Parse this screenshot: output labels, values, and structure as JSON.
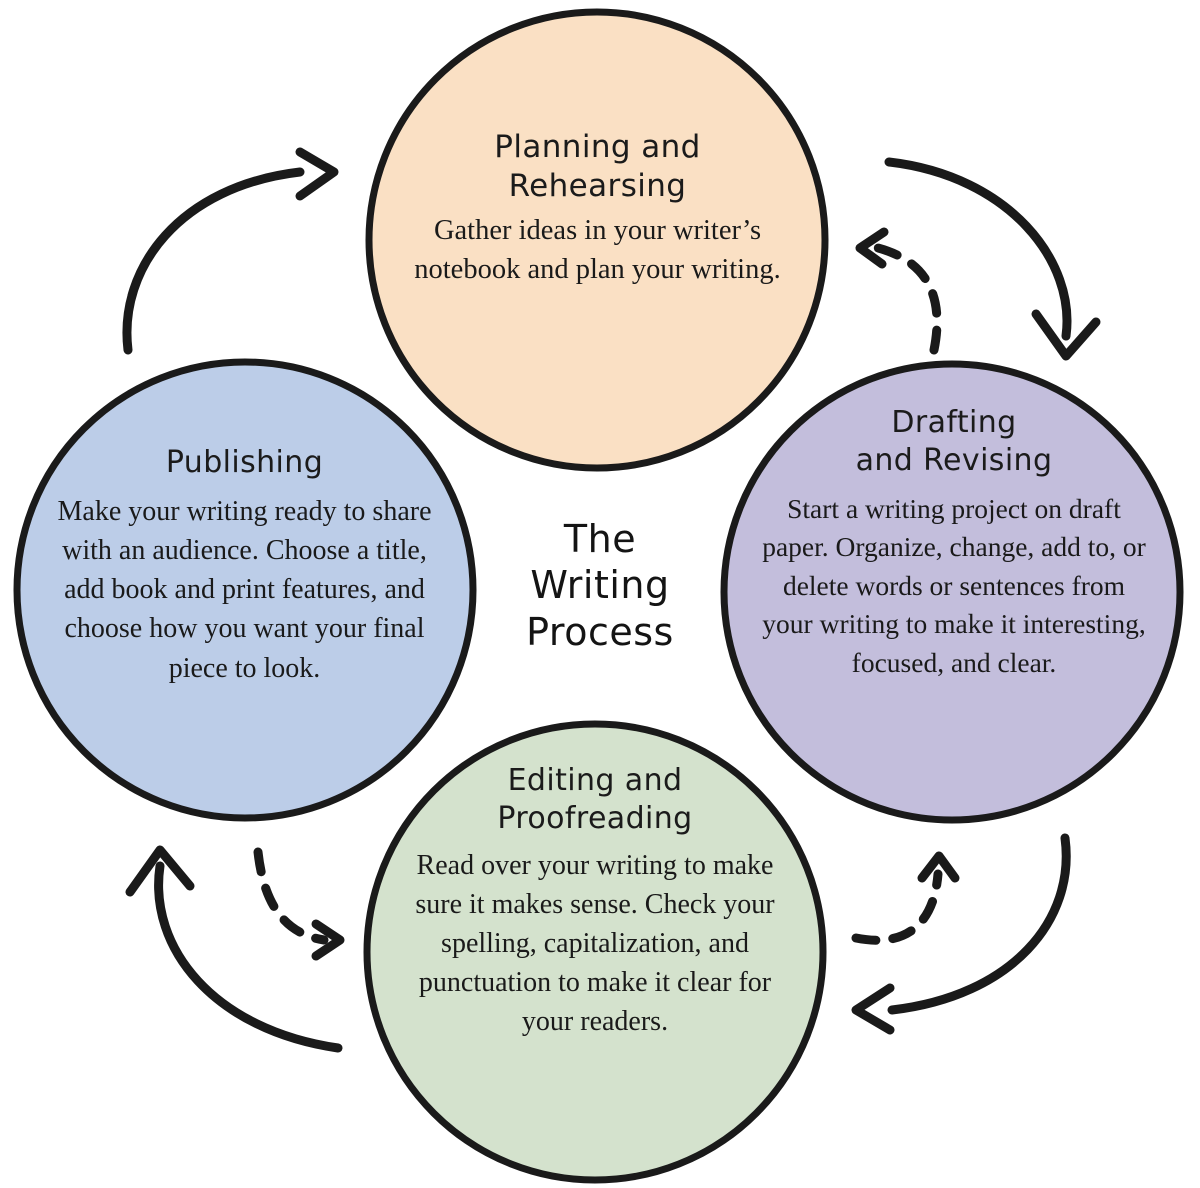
{
  "diagram": {
    "center_label": "The\nWriting\nProcess",
    "palette": {
      "planning_fill": "#FAE0C4",
      "drafting_fill": "#C3BEDC",
      "editing_fill": "#D4E2CD",
      "publishing_fill": "#BCCDE8",
      "stroke": "#1a1a1a",
      "background": "#FFFFFF",
      "text": "#1a1a1a"
    },
    "nodes": [
      {
        "id": "planning",
        "title": "Planning and\nRehearsing",
        "body": "Gather ideas in your writer’s notebook and plan your writing.",
        "fill": "#FAE0C4",
        "position": "top"
      },
      {
        "id": "drafting",
        "title": "Drafting\nand Revising",
        "body": "Start a writing project on draft paper. Organize, change, add to, or delete words or sentences from your writing to make it interesting, focused, and clear.",
        "fill": "#C3BEDC",
        "position": "right"
      },
      {
        "id": "editing",
        "title": "Editing and\nProofreading",
        "body": "Read over your writing to make sure it makes sense. Check your spelling, capitalization, and punctuation to make it clear for your readers.",
        "fill": "#D4E2CD",
        "position": "bottom"
      },
      {
        "id": "publishing",
        "title": "Publishing",
        "body": "Make your writing ready to share with an audience. Choose a title, add book and print features, and choose how you want your final piece to look.",
        "fill": "#BCCDE8",
        "position": "left"
      }
    ],
    "connectors": [
      {
        "id": "planning-to-drafting",
        "style": "solid",
        "from": "planning",
        "to": "drafting",
        "direction": "clockwise"
      },
      {
        "id": "drafting-to-editing",
        "style": "solid",
        "from": "drafting",
        "to": "editing",
        "direction": "clockwise"
      },
      {
        "id": "editing-to-publishing",
        "style": "solid",
        "from": "editing",
        "to": "publishing",
        "direction": "clockwise"
      },
      {
        "id": "publishing-to-planning",
        "style": "solid",
        "from": "publishing",
        "to": "planning",
        "direction": "clockwise"
      },
      {
        "id": "drafting-back-to-planning",
        "style": "dashed",
        "from": "drafting",
        "to": "planning",
        "direction": "counter-clockwise"
      },
      {
        "id": "editing-back-to-drafting",
        "style": "dashed",
        "from": "editing",
        "to": "drafting",
        "direction": "counter-clockwise"
      },
      {
        "id": "publishing-to-editing",
        "style": "dashed",
        "from": "publishing",
        "to": "editing",
        "direction": "clockwise"
      }
    ]
  }
}
